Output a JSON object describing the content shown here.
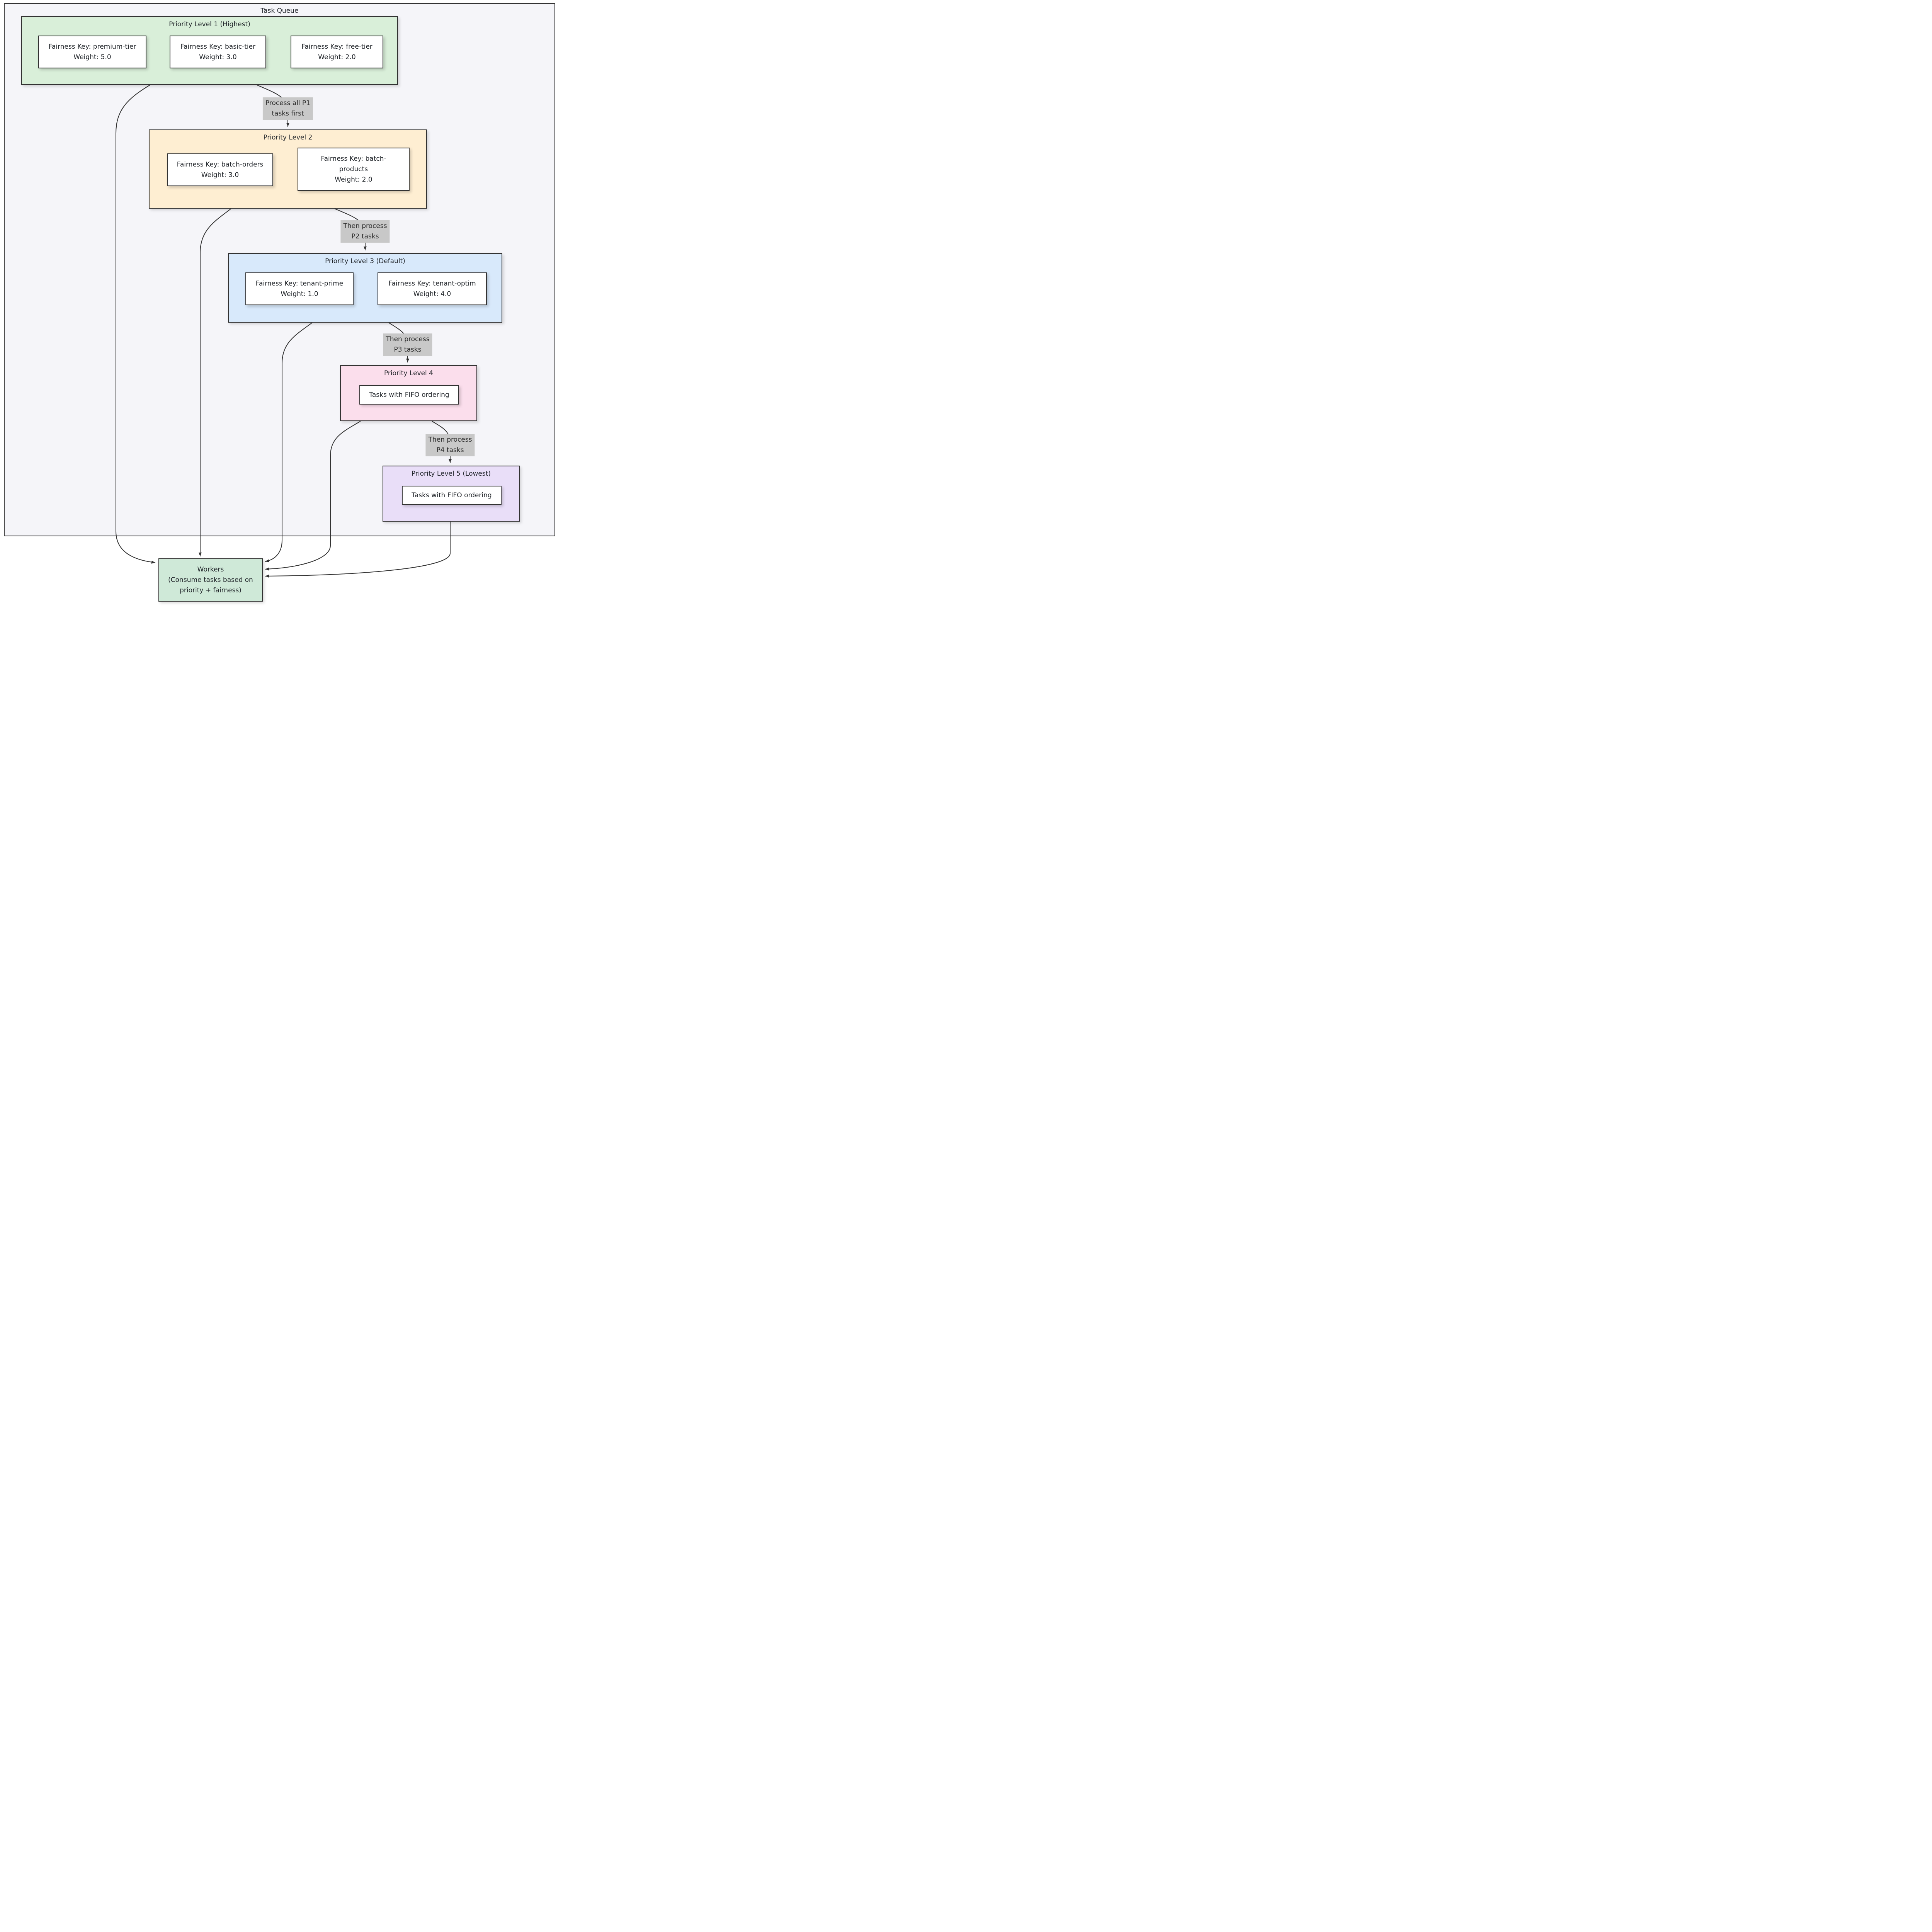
{
  "diagram": {
    "title": "Task Queue",
    "colors": {
      "outer_fill": "#f5f5f9",
      "stroke": "#333333",
      "node_fill": "#ffffff",
      "edge_color": "#333333",
      "edge_label_bg": "#c8c8c8",
      "p1_fill": "#d9efd9",
      "p2_fill": "#feeed2",
      "p3_fill": "#d8e9fb",
      "p4_fill": "#fbdeec",
      "p5_fill": "#e9def8",
      "workers_fill": "#cfe9d8"
    },
    "levels": [
      {
        "title": "Priority Level 1 (Highest)",
        "nodes": [
          {
            "lines": [
              "Fairness Key: premium-tier",
              "Weight: 5.0"
            ]
          },
          {
            "lines": [
              "Fairness Key: basic-tier",
              "Weight: 3.0"
            ]
          },
          {
            "lines": [
              "Fairness Key: free-tier",
              "Weight: 2.0"
            ]
          }
        ]
      },
      {
        "title": "Priority Level 2",
        "nodes": [
          {
            "lines": [
              "Fairness Key: batch-orders",
              "Weight: 3.0"
            ]
          },
          {
            "lines": [
              "Fairness Key: batch-",
              "products",
              "Weight: 2.0"
            ]
          }
        ]
      },
      {
        "title": "Priority Level 3 (Default)",
        "nodes": [
          {
            "lines": [
              "Fairness Key: tenant-prime",
              "Weight: 1.0"
            ]
          },
          {
            "lines": [
              "Fairness Key: tenant-optim",
              "Weight: 4.0"
            ]
          }
        ]
      },
      {
        "title": "Priority Level 4",
        "nodes": [
          {
            "lines": [
              "Tasks with FIFO ordering"
            ]
          }
        ]
      },
      {
        "title": "Priority Level 5 (Lowest)",
        "nodes": [
          {
            "lines": [
              "Tasks with FIFO ordering"
            ]
          }
        ]
      }
    ],
    "edge_labels": [
      {
        "lines": [
          "Process all P1",
          "tasks first"
        ]
      },
      {
        "lines": [
          "Then process",
          "P2 tasks"
        ]
      },
      {
        "lines": [
          "Then process",
          "P3 tasks"
        ]
      },
      {
        "lines": [
          "Then process",
          "P4 tasks"
        ]
      }
    ],
    "workers": {
      "lines": [
        "Workers",
        "(Consume tasks based on",
        "priority + fairness)"
      ]
    }
  }
}
